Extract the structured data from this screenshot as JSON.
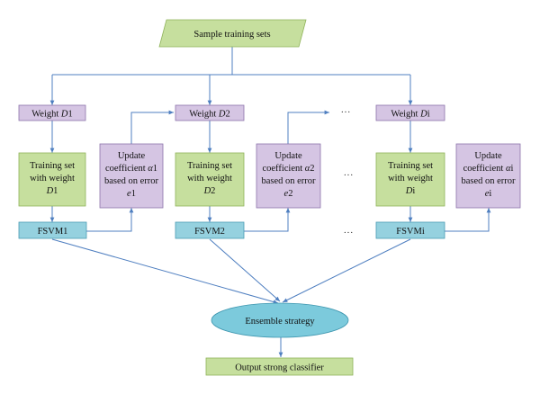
{
  "nodes": {
    "sample": "Sample training sets",
    "weight1": [
      "Weight ",
      "D",
      "1"
    ],
    "weight2": [
      "Weight ",
      "D",
      "2"
    ],
    "weighti": [
      "Weight ",
      "D",
      "i"
    ],
    "train1": [
      "Training set",
      "with weight",
      "D",
      "1"
    ],
    "train2": [
      "Training set",
      "with weight",
      "D",
      "2"
    ],
    "traini": [
      "Training set",
      "with weight",
      "D",
      "i"
    ],
    "update1": [
      "Update",
      "coefficient ",
      "α",
      "1",
      "based on error",
      "e",
      "1"
    ],
    "update2": [
      "Update",
      "coefficient ",
      "α",
      "2",
      "based on error",
      "e",
      "2"
    ],
    "updatei": [
      "Update",
      "coefficient ",
      "α",
      "i",
      "based on error",
      "e",
      "i"
    ],
    "fsvm1": "FSVM1",
    "fsvm2": "FSVM2",
    "fsvmi": "FSVMi",
    "ensemble": "Ensemble strategy",
    "output": "Output strong classifier"
  },
  "ellipsis": "···",
  "colors": {
    "edge": "#4f7fc0",
    "green_fill": "#c6df9e",
    "purple_fill": "#d5c5e3",
    "blue_fill": "#95d1df",
    "oval_fill": "#7ccadc"
  }
}
